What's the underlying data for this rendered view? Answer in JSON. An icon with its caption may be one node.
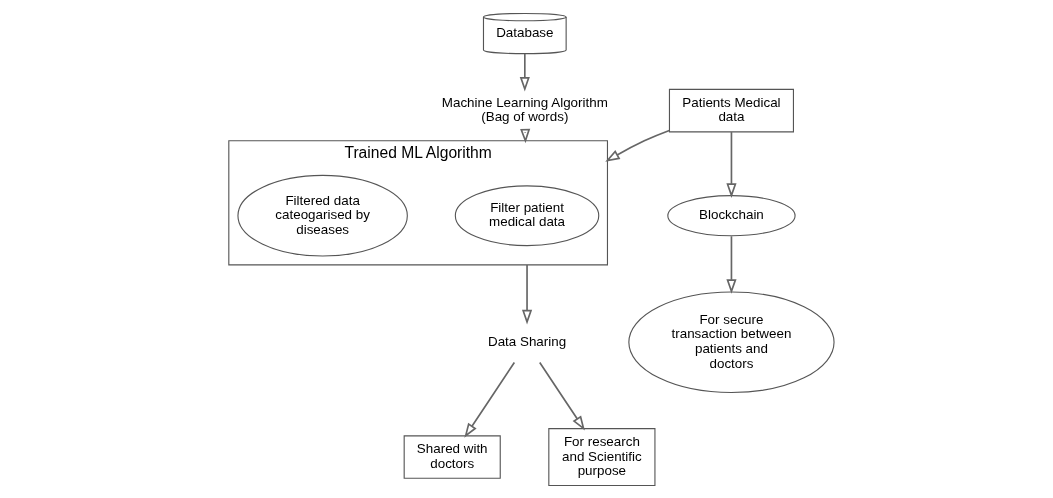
{
  "diagram": {
    "nodes": [
      {
        "text": [
          "Database"
        ]
      },
      {
        "text": [
          "Machine Learning Algorithm (Bag of words)"
        ]
      },
      {
        "text": [
          "Trained ML Algorithm"
        ]
      },
      {
        "text": [
          "Filter patient medical data"
        ],
        "in": 2
      },
      {
        "text": [
          "Filtered data cateogarised by diseases"
        ],
        "in": 2
      },
      {
        "text": [
          "Patients Medical data"
        ]
      },
      {
        "text": [
          "Blockchain"
        ]
      },
      {
        "text": [
          "For secure transaction between patients and doctors"
        ]
      },
      {
        "text": [
          "Data Sharing"
        ]
      },
      {
        "text": [
          "Shared with doctors"
        ]
      },
      {
        "text": [
          "For research and Scientific purpose"
        ]
      }
    ],
    "edges": [
      {
        "from": 0,
        "to": 1,
        "arrow": "to"
      },
      {
        "from": 1,
        "to": 2,
        "arrow": "to"
      },
      {
        "from": 5,
        "to": 2,
        "arrow": "to"
      },
      {
        "from": 5,
        "to": 6,
        "arrow": "to"
      },
      {
        "from": 6,
        "to": 7,
        "arrow": "to"
      },
      {
        "from": 2,
        "to": 8,
        "arrow": "to"
      },
      {
        "from": 8,
        "to": 9,
        "arrow": "to"
      },
      {
        "from": 8,
        "to": 10,
        "arrow": "to"
      }
    ]
  }
}
